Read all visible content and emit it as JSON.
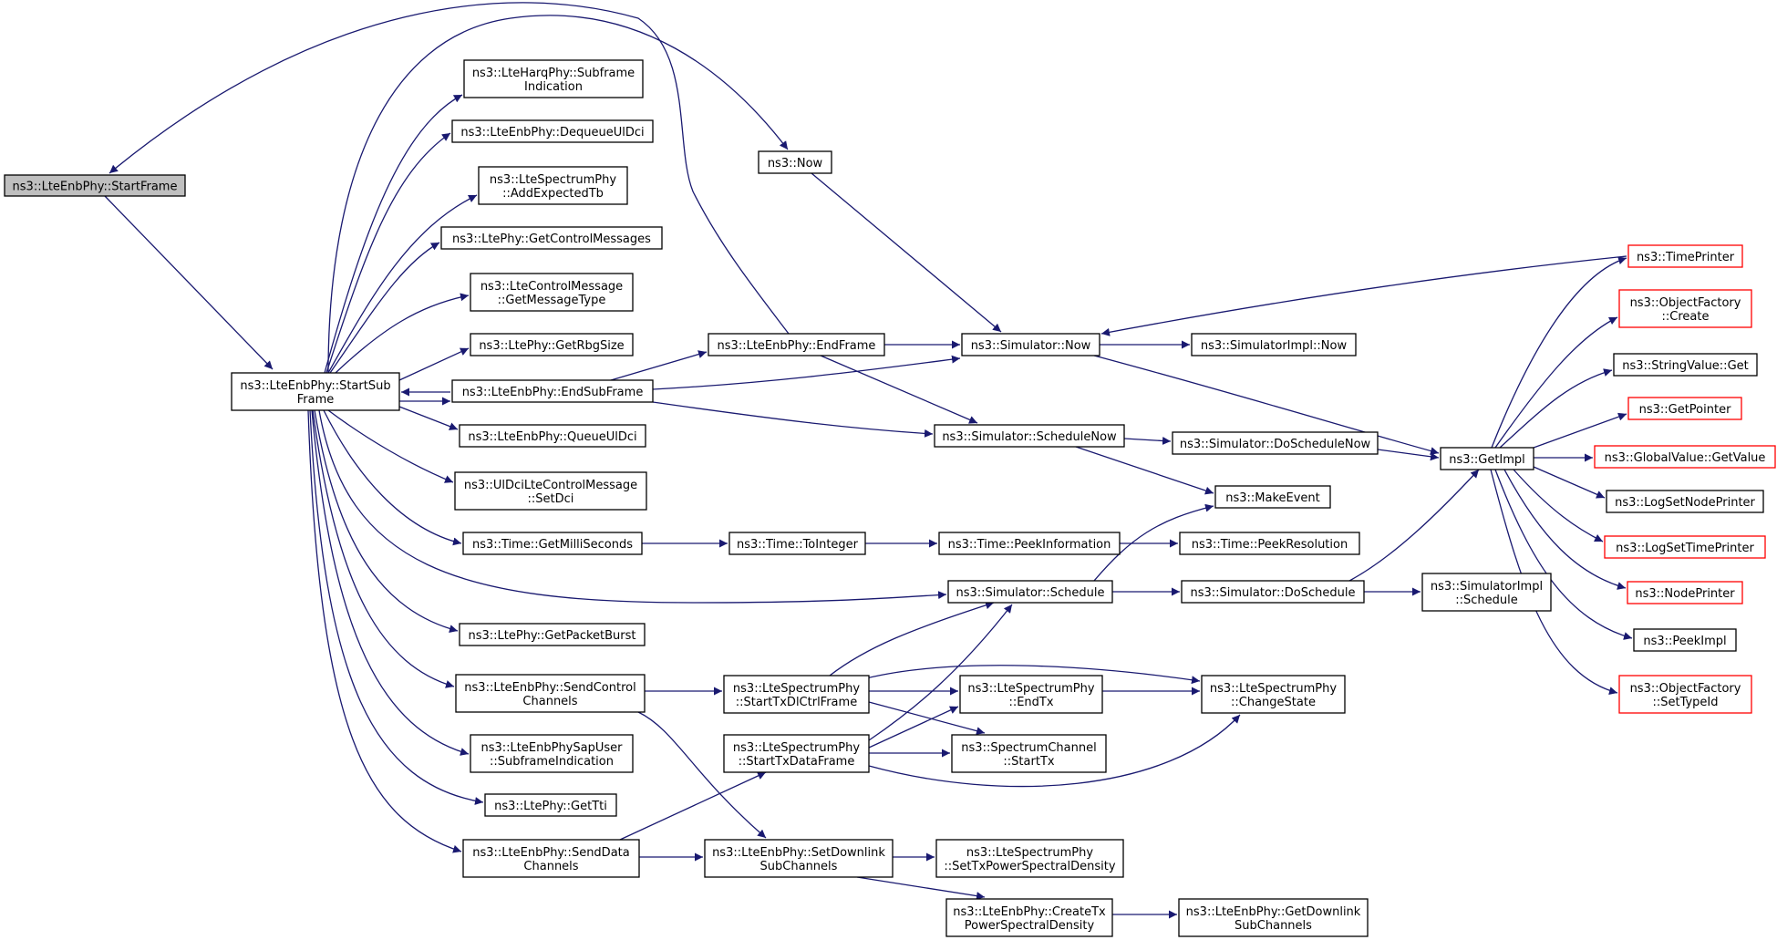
{
  "colors": {
    "edge": "#191970",
    "start_fill": "#bfbfbf",
    "red_border": "#ff0000",
    "border": "#000000"
  },
  "nodes": {
    "startframe": {
      "lines": [
        "ns3::LteEnbPhy::StartFrame"
      ]
    },
    "startsubframe": {
      "lines": [
        "ns3::LteEnbPhy::StartSub",
        "Frame"
      ]
    },
    "harq": {
      "lines": [
        "ns3::LteHarqPhy::Subframe",
        "Indication"
      ]
    },
    "dequeue": {
      "lines": [
        "ns3::LteEnbPhy::DequeueUlDci"
      ]
    },
    "addexpected": {
      "lines": [
        "ns3::LteSpectrumPhy",
        "::AddExpectedTb"
      ]
    },
    "getcontrol": {
      "lines": [
        "ns3::LtePhy::GetControlMessages"
      ]
    },
    "getmsgtype": {
      "lines": [
        "ns3::LteControlMessage",
        "::GetMessageType"
      ]
    },
    "getrbg": {
      "lines": [
        "ns3::LtePhy::GetRbgSize"
      ]
    },
    "endsubframe": {
      "lines": [
        "ns3::LteEnbPhy::EndSubFrame"
      ]
    },
    "queueuldci": {
      "lines": [
        "ns3::LteEnbPhy::QueueUlDci"
      ]
    },
    "setdci": {
      "lines": [
        "ns3::UlDciLteControlMessage",
        "::SetDci"
      ]
    },
    "getms": {
      "lines": [
        "ns3::Time::GetMilliSeconds"
      ]
    },
    "getburst": {
      "lines": [
        "ns3::LtePhy::GetPacketBurst"
      ]
    },
    "sendctrl": {
      "lines": [
        "ns3::LteEnbPhy::SendControl",
        "Channels"
      ]
    },
    "sapuser": {
      "lines": [
        "ns3::LteEnbPhySapUser",
        "::SubframeIndication"
      ]
    },
    "gettti": {
      "lines": [
        "ns3::LtePhy::GetTti"
      ]
    },
    "senddata": {
      "lines": [
        "ns3::LteEnbPhy::SendData",
        "Channels"
      ]
    },
    "now": {
      "lines": [
        "ns3::Now"
      ]
    },
    "endframe": {
      "lines": [
        "ns3::LteEnbPhy::EndFrame"
      ]
    },
    "tointeger": {
      "lines": [
        "ns3::Time::ToInteger"
      ]
    },
    "startdlctrl": {
      "lines": [
        "ns3::LteSpectrumPhy",
        "::StartTxDlCtrlFrame"
      ]
    },
    "startdata": {
      "lines": [
        "ns3::LteSpectrumPhy",
        "::StartTxDataFrame"
      ]
    },
    "setdownlink": {
      "lines": [
        "ns3::LteEnbPhy::SetDownlink",
        "SubChannels"
      ]
    },
    "simnow": {
      "lines": [
        "ns3::Simulator::Now"
      ]
    },
    "schedulenow": {
      "lines": [
        "ns3::Simulator::ScheduleNow"
      ]
    },
    "peekinfo": {
      "lines": [
        "ns3::Time::PeekInformation"
      ]
    },
    "schedule": {
      "lines": [
        "ns3::Simulator::Schedule"
      ]
    },
    "endtx": {
      "lines": [
        "ns3::LteSpectrumPhy",
        "::EndTx"
      ]
    },
    "chstarttx": {
      "lines": [
        "ns3::SpectrumChannel",
        "::StartTx"
      ]
    },
    "settxpsd": {
      "lines": [
        "ns3::LteSpectrumPhy",
        "::SetTxPowerSpectralDensity"
      ]
    },
    "createtx": {
      "lines": [
        "ns3::LteEnbPhy::CreateTx",
        "PowerSpectralDensity"
      ]
    },
    "implnow": {
      "lines": [
        "ns3::SimulatorImpl::Now"
      ]
    },
    "doschedulenow": {
      "lines": [
        "ns3::Simulator::DoScheduleNow"
      ]
    },
    "makeevent": {
      "lines": [
        "ns3::MakeEvent"
      ]
    },
    "peekres": {
      "lines": [
        "ns3::Time::PeekResolution"
      ]
    },
    "doschedule": {
      "lines": [
        "ns3::Simulator::DoSchedule"
      ]
    },
    "changestate": {
      "lines": [
        "ns3::LteSpectrumPhy",
        "::ChangeState"
      ]
    },
    "getdlsub": {
      "lines": [
        "ns3::LteEnbPhy::GetDownlink",
        "SubChannels"
      ]
    },
    "implschedule": {
      "lines": [
        "ns3::SimulatorImpl",
        "::Schedule"
      ]
    },
    "getimpl": {
      "lines": [
        "ns3::GetImpl"
      ]
    },
    "timeprinter": {
      "lines": [
        "ns3::TimePrinter"
      ]
    },
    "ofcreate": {
      "lines": [
        "ns3::ObjectFactory",
        "::Create"
      ]
    },
    "strget": {
      "lines": [
        "ns3::StringValue::Get"
      ]
    },
    "getpointer": {
      "lines": [
        "ns3::GetPointer"
      ]
    },
    "gvget": {
      "lines": [
        "ns3::GlobalValue::GetValue"
      ]
    },
    "lognode": {
      "lines": [
        "ns3::LogSetNodePrinter"
      ]
    },
    "logtime": {
      "lines": [
        "ns3::LogSetTimePrinter"
      ]
    },
    "nodeprinter": {
      "lines": [
        "ns3::NodePrinter"
      ]
    },
    "peekimpl": {
      "lines": [
        "ns3::PeekImpl"
      ]
    },
    "ofsettype": {
      "lines": [
        "ns3::ObjectFactory",
        "::SetTypeId"
      ]
    }
  }
}
